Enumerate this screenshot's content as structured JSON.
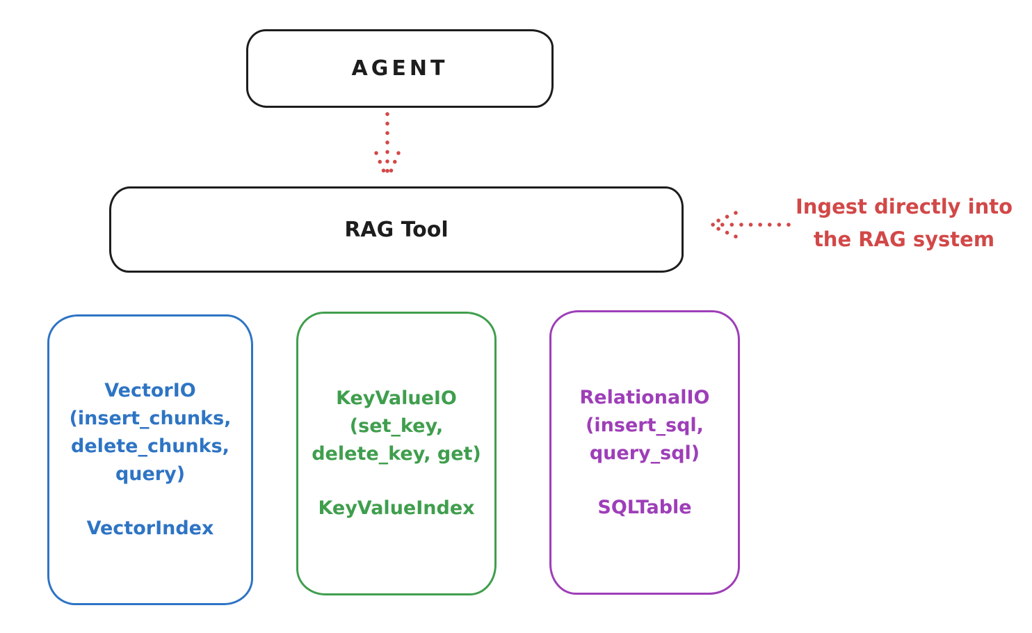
{
  "agent": {
    "label": "AGENT"
  },
  "rag_tool": {
    "label": "RAG Tool"
  },
  "annotation": {
    "line1": "Ingest directly into",
    "line2": "the RAG system"
  },
  "arrows": [
    {
      "name": "agent-to-rag-tool",
      "style": "dotted",
      "direction": "down"
    },
    {
      "name": "ingest-into-rag",
      "style": "dotted",
      "direction": "left"
    }
  ],
  "cards": [
    {
      "name": "vector-io",
      "lines": [
        "VectorIO",
        "(insert_chunks,",
        "delete_chunks,",
        "query)"
      ],
      "index_label": "VectorIndex"
    },
    {
      "name": "key-value-io",
      "lines": [
        "KeyValueIO",
        "(set_key,",
        "delete_key, get)"
      ],
      "index_label": "KeyValueIndex"
    },
    {
      "name": "relational-io",
      "lines": [
        "RelationalIO",
        "(insert_sql,",
        "query_sql)"
      ],
      "index_label": "SQLTable"
    }
  ],
  "colors": {
    "ink": "#1d1d1d",
    "red": "#d24848",
    "blue": "#2e74c4",
    "green": "#3f9e4d",
    "purple": "#9e3eb8",
    "background": "#ffffff"
  }
}
